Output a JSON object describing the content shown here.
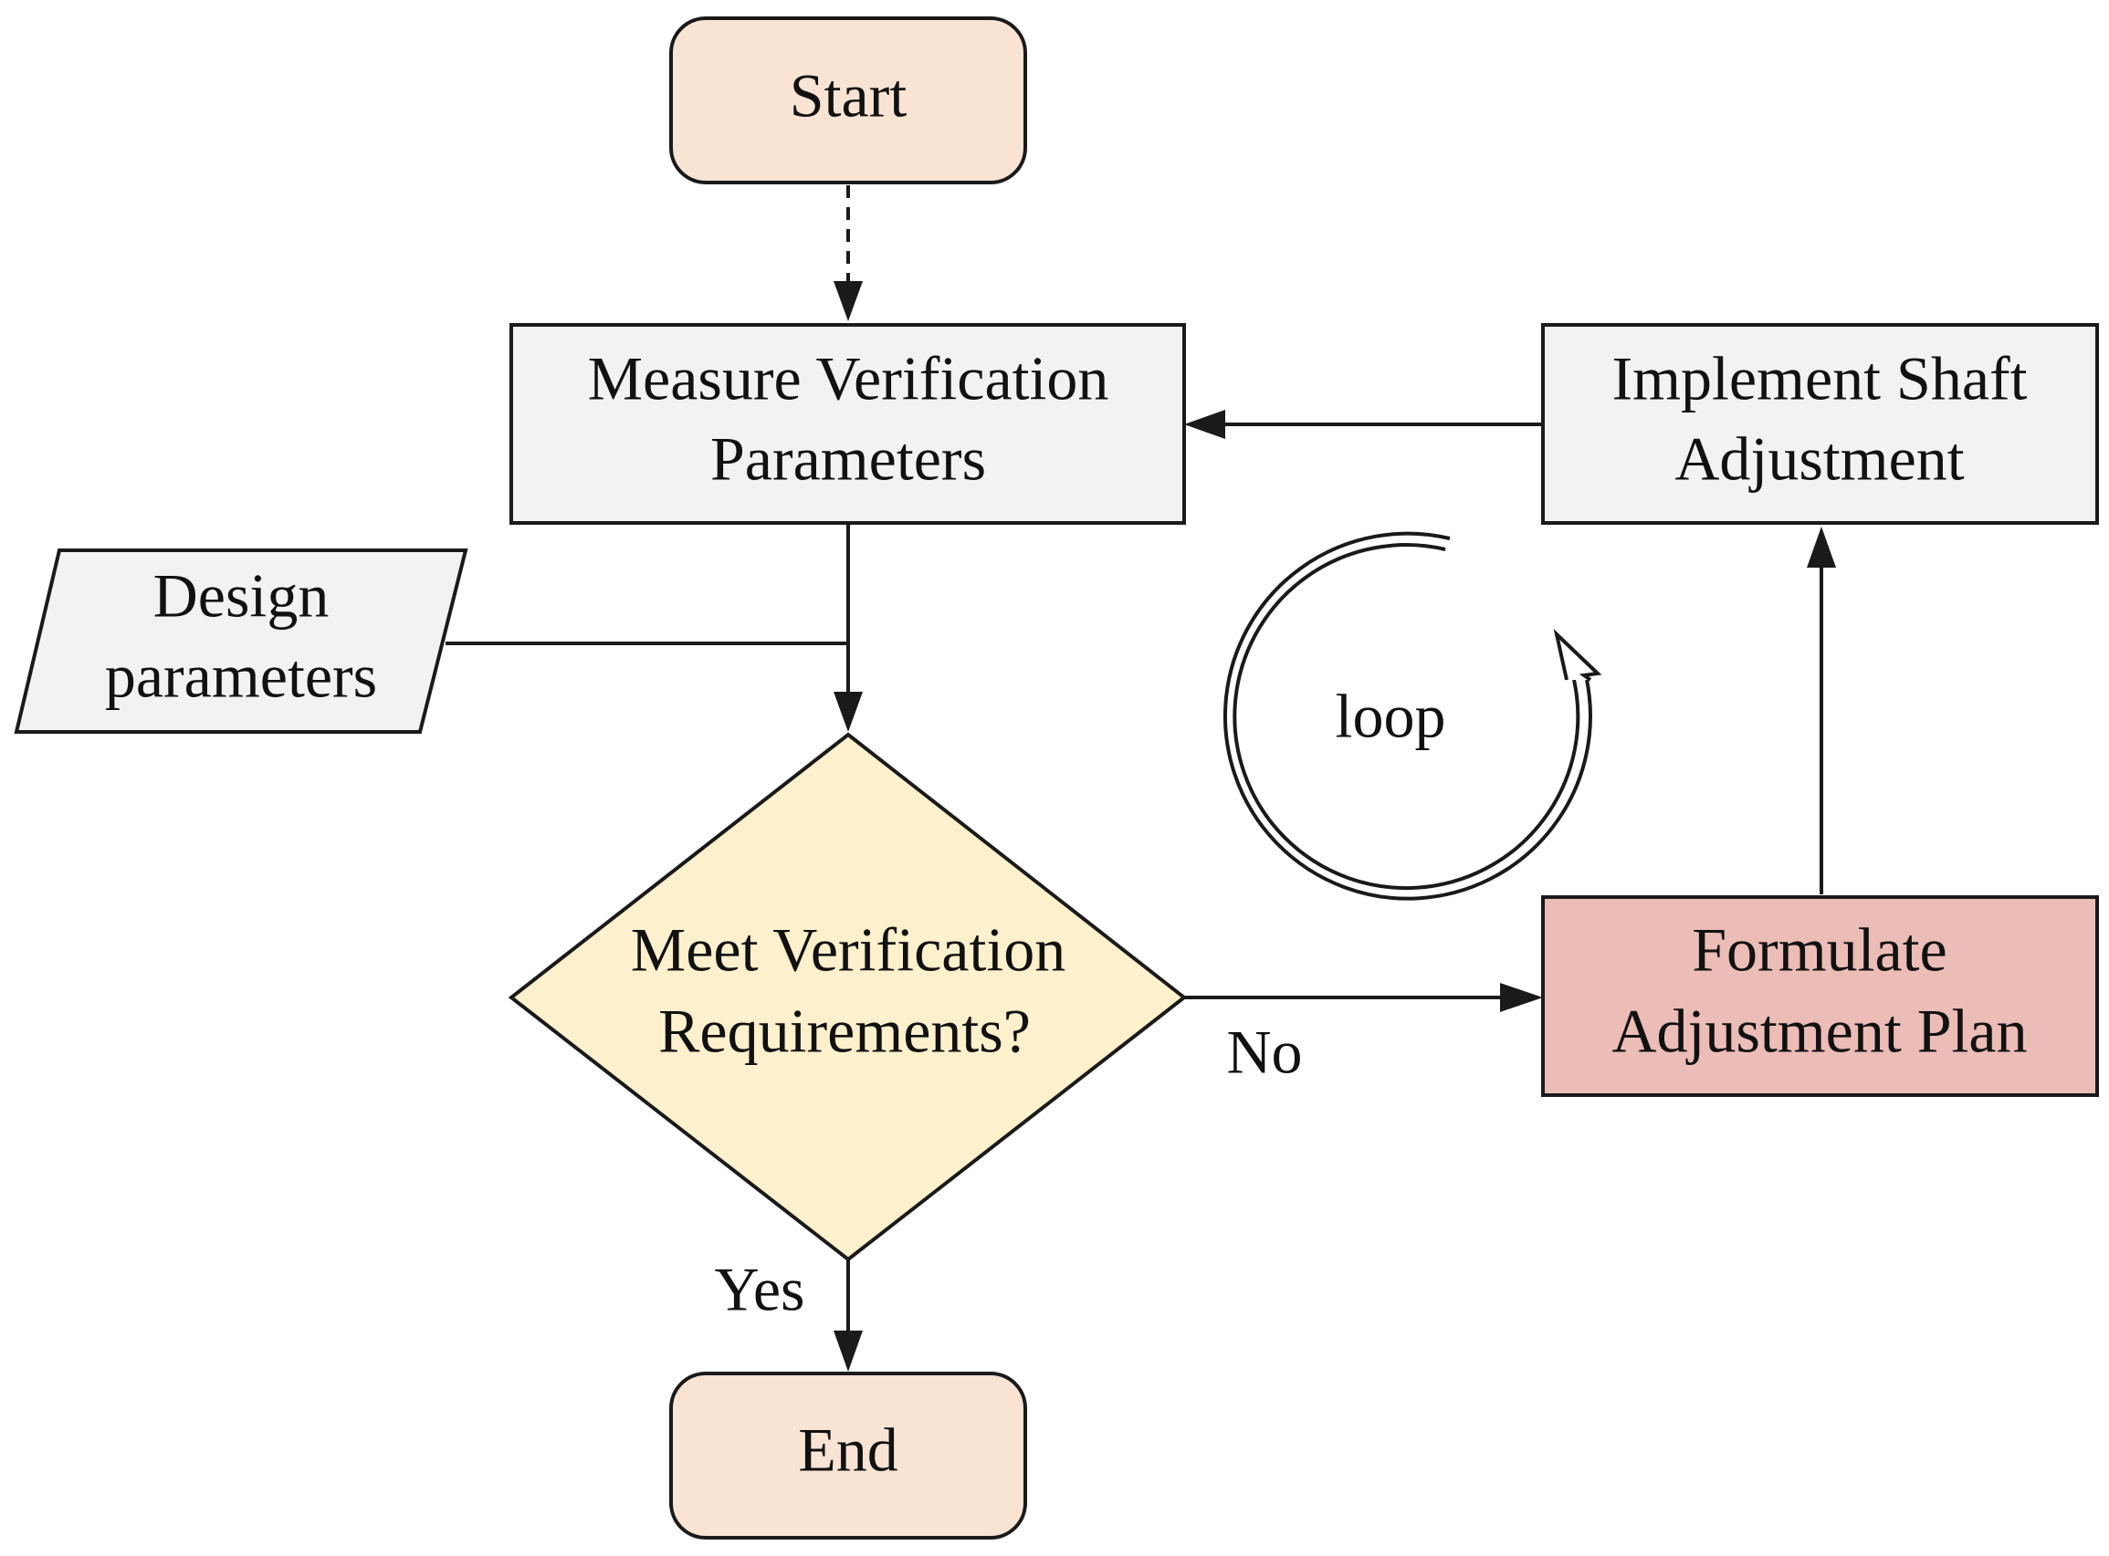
{
  "diagram": {
    "nodes": {
      "start": {
        "label": "Start",
        "shape": "rounded-rect",
        "fill": "#F9E4D4"
      },
      "measure": {
        "lines": [
          "Measure Verification",
          "Parameters"
        ],
        "shape": "rect",
        "fill": "#F2F2F2"
      },
      "design_params": {
        "lines": [
          "Design",
          "parameters"
        ],
        "shape": "parallelogram",
        "fill": "#F2F2F2"
      },
      "decision": {
        "lines": [
          "Meet Verification",
          "Requirements?"
        ],
        "shape": "diamond",
        "fill": "#FDF0CC"
      },
      "formulate": {
        "lines": [
          "Formulate",
          "Adjustment Plan"
        ],
        "shape": "rect",
        "fill": "#ECBCB7"
      },
      "implement": {
        "lines": [
          "Implement Shaft",
          "Adjustment"
        ],
        "shape": "rect",
        "fill": "#F2F2F2"
      },
      "end": {
        "label": "End",
        "shape": "rounded-rect",
        "fill": "#F9E4D4"
      }
    },
    "edge_labels": {
      "no": "No",
      "yes": "Yes"
    },
    "loop_label": "loop",
    "edges": [
      {
        "from": "start",
        "to": "measure",
        "style": "dashed"
      },
      {
        "from": "measure",
        "to": "decision",
        "style": "solid"
      },
      {
        "from": "design_params",
        "to": "decision",
        "style": "solid"
      },
      {
        "from": "decision",
        "to": "formulate",
        "label": "No",
        "style": "solid"
      },
      {
        "from": "decision",
        "to": "end",
        "label": "Yes",
        "style": "solid"
      },
      {
        "from": "formulate",
        "to": "implement",
        "style": "solid"
      },
      {
        "from": "implement",
        "to": "measure",
        "style": "solid"
      }
    ],
    "colors": {
      "stroke": "#1A1A1A",
      "start_end_fill": "#F9E4D4",
      "process_fill": "#F2F2F2",
      "decision_fill": "#FDF0CC",
      "formulate_fill": "#ECBCB7"
    }
  }
}
